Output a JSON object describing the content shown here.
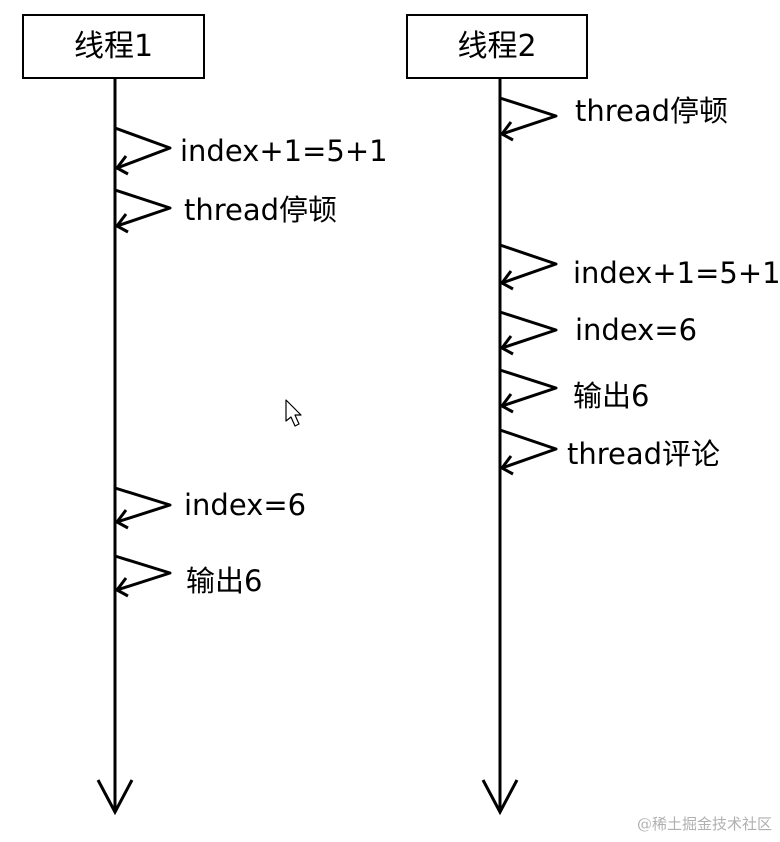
{
  "thread1": {
    "title": "线程1",
    "steps": [
      "index+1=5+1",
      "thread停顿",
      "index=6",
      "输出6"
    ]
  },
  "thread2": {
    "title": "线程2",
    "steps": [
      "thread停顿",
      "index+1=5+1",
      "index=6",
      "输出6",
      "thread评论"
    ]
  },
  "watermark": "@稀土掘金技术社区",
  "colors": {
    "line": "#000000",
    "background": "#ffffff",
    "watermark": "#b0b0b0"
  },
  "icons": {
    "cursor": "mouse-pointer-icon"
  }
}
